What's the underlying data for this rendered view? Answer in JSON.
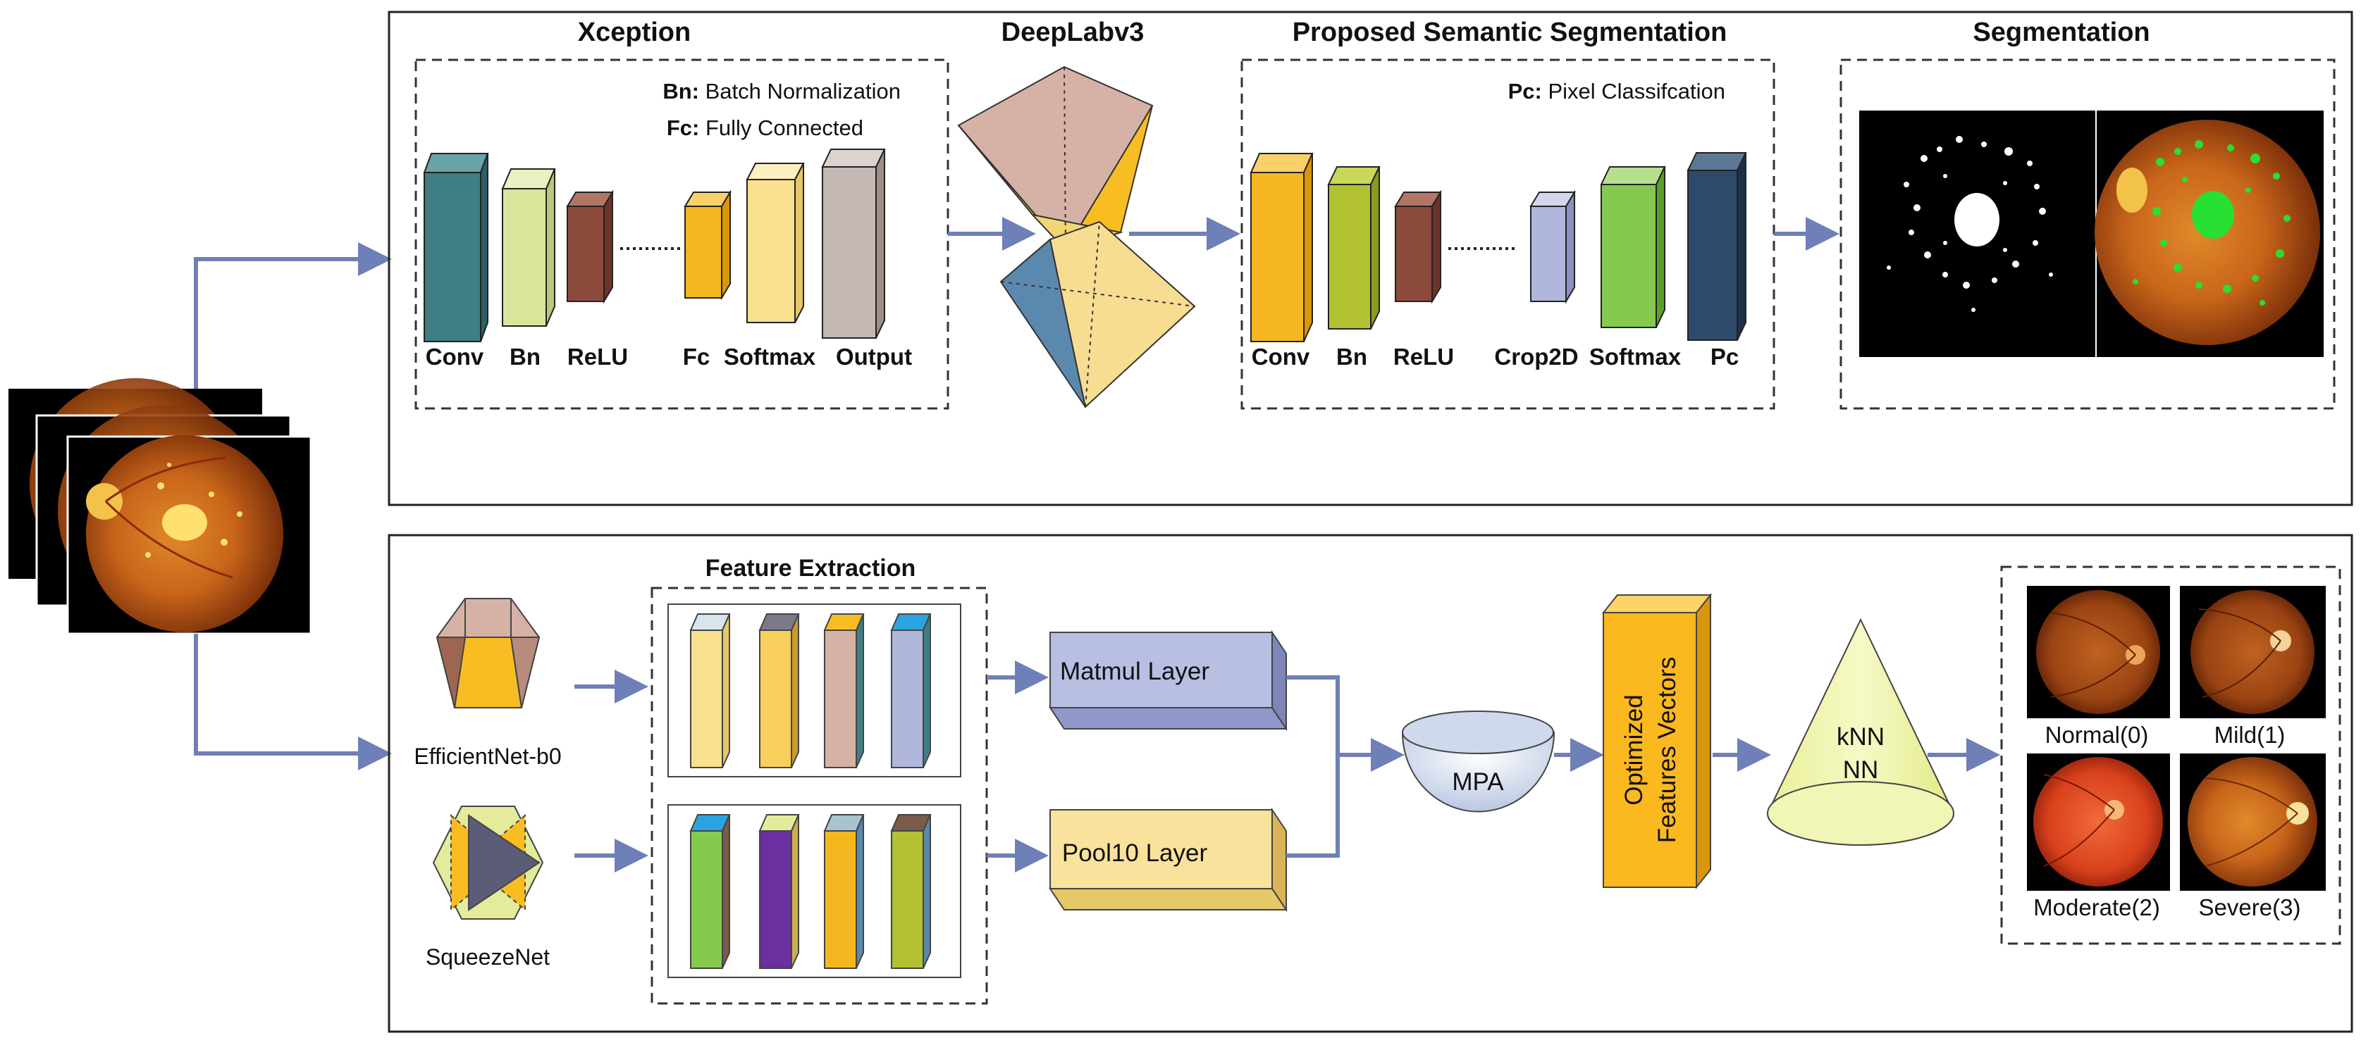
{
  "top_panel": {
    "xception": {
      "title": "Xception",
      "legend": [
        {
          "abbr": "Bn:",
          "text": "Batch Normalization"
        },
        {
          "abbr": "Fc:",
          "text": "Fully Connected"
        }
      ],
      "layers": [
        "Conv",
        "Bn",
        "ReLU",
        "Fc",
        "Softmax",
        "Output"
      ]
    },
    "deeplab": {
      "title": "DeepLabv3"
    },
    "proposed": {
      "title": "Proposed Semantic Segmentation",
      "legend": [
        {
          "abbr": "Pc:",
          "text": "Pixel Classifcation"
        }
      ],
      "layers": [
        "Conv",
        "Bn",
        "ReLU",
        "Crop2D",
        "Softmax",
        "Pc"
      ]
    },
    "segmentation": {
      "title": "Segmentation"
    }
  },
  "bottom_panel": {
    "feature_extraction_title": "Feature Extraction",
    "networks": [
      "EfficientNet-b0",
      "SqueezeNet"
    ],
    "layers": [
      "Matmul Layer",
      "Pool10 Layer"
    ],
    "optimizer": "MPA",
    "features_box": [
      "Optimized",
      "Features Vectors"
    ],
    "classifier": [
      "kNN",
      "NN"
    ],
    "classes": [
      "Normal(0)",
      "Mild(1)",
      "Moderate(2)",
      "Severe(3)"
    ]
  },
  "colors": {
    "arrow": "#6f7fb8",
    "conv_teal": "#3f7e84",
    "bn_lightgreen": "#d7e69a",
    "relu_brown": "#8c4a3c",
    "fc_orange": "#f5b71f",
    "softmax_cream": "#f8e08e",
    "output_mauve": "#c5b8b4",
    "crop_lavender": "#b1b7dc",
    "softmax_green": "#86c94f",
    "pc_navy": "#2e4a6b",
    "segmentation_green": "#28e034",
    "fundus_orange": "#c8651a",
    "mpa_box": "#fbb81f",
    "matmul_box": "#b8bfe2",
    "pool_box": "#f9e29b",
    "cone_fill": "#eef2a4"
  }
}
